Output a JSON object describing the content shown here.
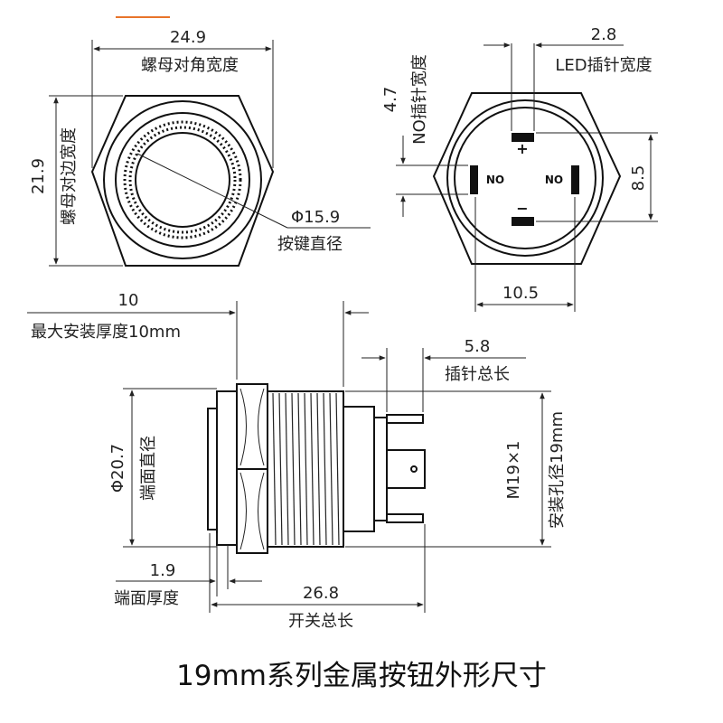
{
  "title": "19mm系列金属按钮外形尺寸",
  "accent_color": "#e8742a",
  "front_view": {
    "nut_diagonal_value": "24.9",
    "nut_diagonal_label": "螺母对角宽度",
    "nut_flat_value": "21.9",
    "nut_flat_label": "螺母对边宽度",
    "button_diameter_value": "Φ15.9",
    "button_diameter_label": "按键直径"
  },
  "rear_view": {
    "no_pin_width_value": "4.7",
    "no_pin_width_label": "NO插针宽度",
    "led_pin_width_value": "2.8",
    "led_pin_width_label": "LED插针宽度",
    "height_value": "8.5",
    "width_value": "10.5",
    "pin_plus": "+",
    "pin_minus": "−",
    "pin_no_left": "NO",
    "pin_no_right": "NO"
  },
  "side_view": {
    "max_thickness_value": "10",
    "max_thickness_label": "最大安装厚度10mm",
    "pin_length_value": "5.8",
    "pin_length_label": "插针总长",
    "face_diameter_value": "Φ20.7",
    "face_diameter_label": "端面直径",
    "mount_hole_value": "M19×1",
    "mount_hole_label": "安装孔径19mm",
    "face_thickness_value": "1.9",
    "face_thickness_label": "端面厚度",
    "total_length_value": "26.8",
    "total_length_label": "开关总长"
  }
}
